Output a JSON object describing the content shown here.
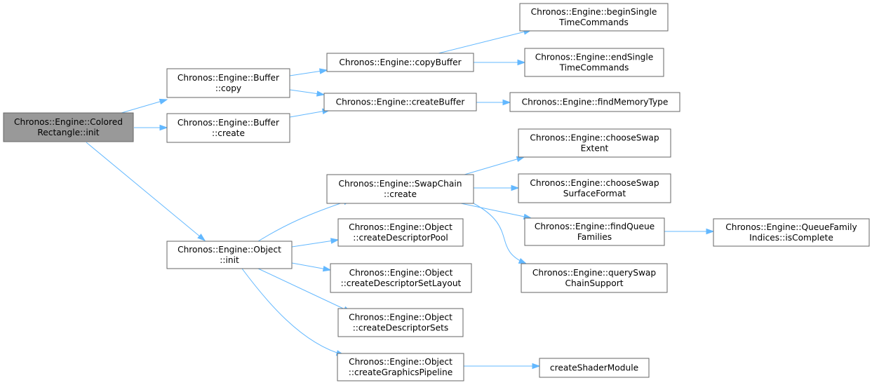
{
  "nodes": [
    {
      "id": "root",
      "lines": [
        "Chronos::Engine::Colored",
        "Rectangle::init"
      ],
      "root": true
    },
    {
      "id": "buf_copy",
      "lines": [
        "Chronos::Engine::Buffer",
        "::copy"
      ]
    },
    {
      "id": "buf_create",
      "lines": [
        "Chronos::Engine::Buffer",
        "::create"
      ]
    },
    {
      "id": "obj_init",
      "lines": [
        "Chronos::Engine::Object",
        "::init"
      ]
    },
    {
      "id": "copyBuffer",
      "lines": [
        "Chronos::Engine::copyBuffer"
      ]
    },
    {
      "id": "createBuffer",
      "lines": [
        "Chronos::Engine::createBuffer"
      ]
    },
    {
      "id": "begin",
      "lines": [
        "Chronos::Engine::beginSingle",
        "TimeCommands"
      ]
    },
    {
      "id": "end",
      "lines": [
        "Chronos::Engine::endSingle",
        "TimeCommands"
      ]
    },
    {
      "id": "findMem",
      "lines": [
        "Chronos::Engine::findMemoryType"
      ]
    },
    {
      "id": "swap_create",
      "lines": [
        "Chronos::Engine::SwapChain",
        "::create"
      ]
    },
    {
      "id": "extent",
      "lines": [
        "Chronos::Engine::chooseSwap",
        "Extent"
      ]
    },
    {
      "id": "surface",
      "lines": [
        "Chronos::Engine::chooseSwap",
        "SurfaceFormat"
      ]
    },
    {
      "id": "findQueue",
      "lines": [
        "Chronos::Engine::findQueue",
        "Families"
      ]
    },
    {
      "id": "isComplete",
      "lines": [
        "Chronos::Engine::QueueFamily",
        "Indices::isComplete"
      ]
    },
    {
      "id": "querySwap",
      "lines": [
        "Chronos::Engine::querySwap",
        "ChainSupport"
      ]
    },
    {
      "id": "descPool",
      "lines": [
        "Chronos::Engine::Object",
        "::createDescriptorPool"
      ]
    },
    {
      "id": "descLayout",
      "lines": [
        "Chronos::Engine::Object",
        "::createDescriptorSetLayout"
      ]
    },
    {
      "id": "descSets",
      "lines": [
        "Chronos::Engine::Object",
        "::createDescriptorSets"
      ]
    },
    {
      "id": "gfxPipe",
      "lines": [
        "Chronos::Engine::Object",
        "::createGraphicsPipeline"
      ]
    },
    {
      "id": "shader",
      "lines": [
        "createShaderModule"
      ]
    }
  ],
  "edges": [
    {
      "from": "root",
      "to": "buf_copy"
    },
    {
      "from": "root",
      "to": "buf_create"
    },
    {
      "from": "root",
      "to": "obj_init"
    },
    {
      "from": "buf_copy",
      "to": "copyBuffer"
    },
    {
      "from": "buf_copy",
      "to": "createBuffer"
    },
    {
      "from": "buf_create",
      "to": "createBuffer"
    },
    {
      "from": "copyBuffer",
      "to": "begin"
    },
    {
      "from": "copyBuffer",
      "to": "end"
    },
    {
      "from": "createBuffer",
      "to": "findMem"
    },
    {
      "from": "obj_init",
      "to": "swap_create"
    },
    {
      "from": "obj_init",
      "to": "descPool"
    },
    {
      "from": "obj_init",
      "to": "descLayout"
    },
    {
      "from": "obj_init",
      "to": "descSets"
    },
    {
      "from": "obj_init",
      "to": "gfxPipe"
    },
    {
      "from": "swap_create",
      "to": "extent"
    },
    {
      "from": "swap_create",
      "to": "surface"
    },
    {
      "from": "swap_create",
      "to": "findQueue"
    },
    {
      "from": "swap_create",
      "to": "querySwap"
    },
    {
      "from": "findQueue",
      "to": "isComplete"
    },
    {
      "from": "gfxPipe",
      "to": "shader"
    }
  ]
}
